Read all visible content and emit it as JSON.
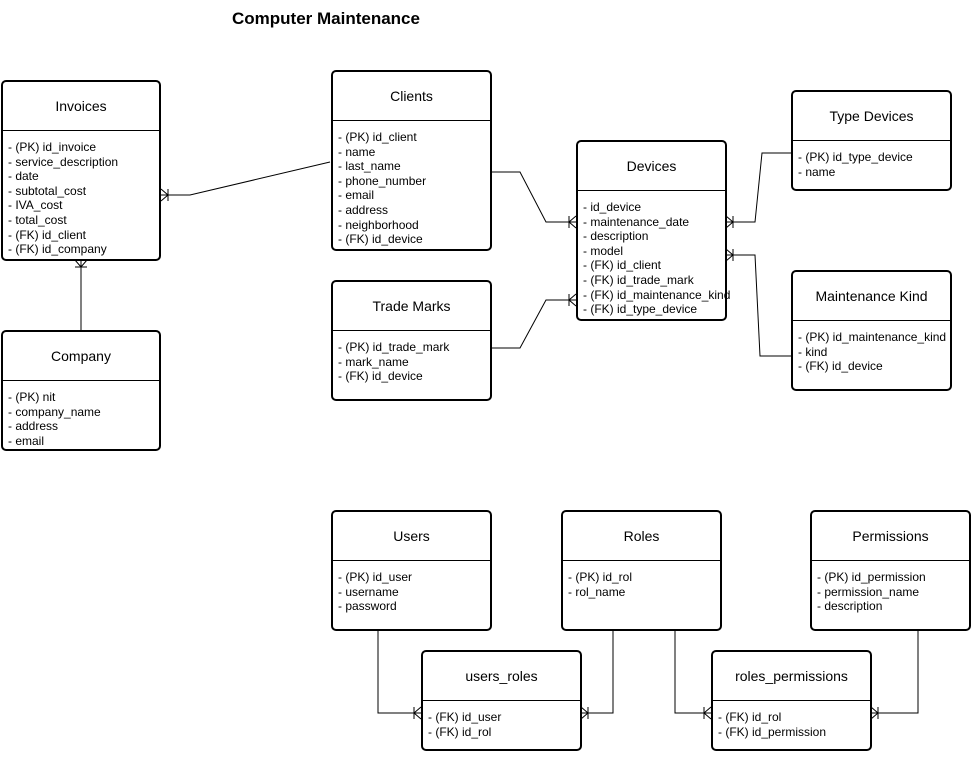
{
  "title": "Computer Maintenance",
  "entities": [
    {
      "key": "invoices",
      "name": "Invoices",
      "fields": [
        "- (PK) id_invoice",
        "- service_description",
        "- date",
        "- subtotal_cost",
        "- IVA_cost",
        "- total_cost",
        "- (FK) id_client",
        "- (FK) id_company"
      ]
    },
    {
      "key": "company",
      "name": "Company",
      "fields": [
        "- (PK) nit",
        "- company_name",
        "- address",
        "- email"
      ]
    },
    {
      "key": "clients",
      "name": "Clients",
      "fields": [
        "- (PK) id_client",
        "- name",
        "- last_name",
        "- phone_number",
        "- email",
        "- address",
        "- neighborhood",
        "- (FK) id_device"
      ]
    },
    {
      "key": "trade-marks",
      "name": "Trade Marks",
      "fields": [
        "- (PK) id_trade_mark",
        "- mark_name",
        "- (FK) id_device"
      ]
    },
    {
      "key": "devices",
      "name": "Devices",
      "fields": [
        "- id_device",
        "- maintenance_date",
        "- description",
        "- model",
        "- (FK) id_client",
        "- (FK) id_trade_mark",
        "- (FK) id_maintenance_kind",
        "- (FK) id_type_device"
      ]
    },
    {
      "key": "type-devices",
      "name": "Type Devices",
      "fields": [
        "- (PK) id_type_device",
        "- name"
      ]
    },
    {
      "key": "maintenance-kind",
      "name": "Maintenance Kind",
      "fields": [
        "- (PK) id_maintenance_kind",
        "- kind",
        "- (FK) id_device"
      ]
    },
    {
      "key": "users",
      "name": "Users",
      "fields": [
        "- (PK) id_user",
        "- username",
        "- password"
      ]
    },
    {
      "key": "roles",
      "name": "Roles",
      "fields": [
        "- (PK) id_rol",
        "- rol_name"
      ]
    },
    {
      "key": "permissions",
      "name": "Permissions",
      "fields": [
        "- (PK) id_permission",
        "- permission_name",
        "- description"
      ]
    },
    {
      "key": "users-roles",
      "name": "users_roles",
      "fields": [
        "- (FK) id_user",
        "- (FK) id_rol"
      ]
    },
    {
      "key": "roles-permissions",
      "name": "roles_permissions",
      "fields": [
        "- (FK) id_rol",
        "- (FK) id_permission"
      ]
    }
  ]
}
